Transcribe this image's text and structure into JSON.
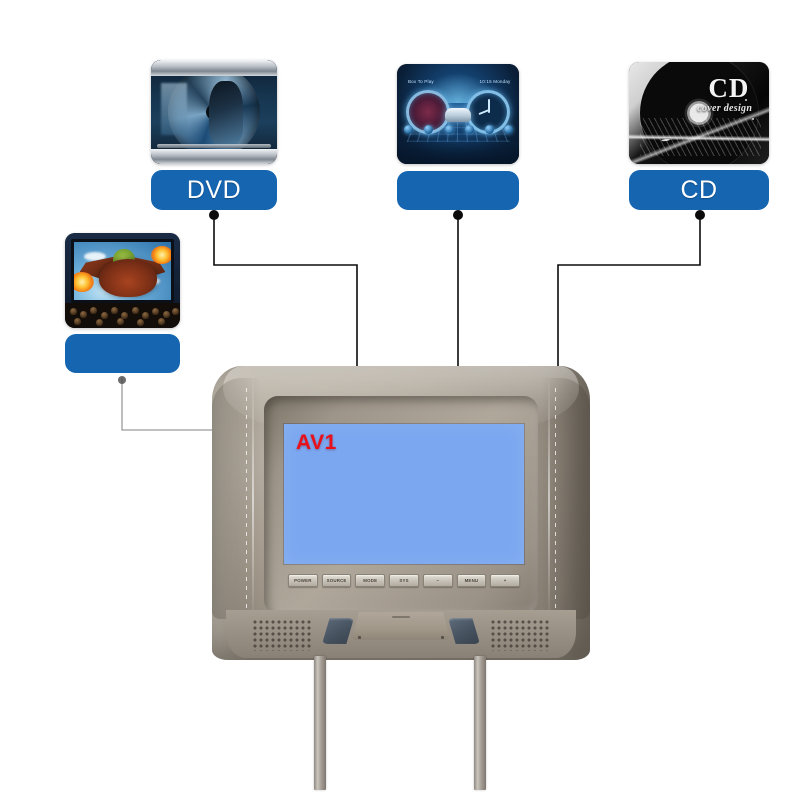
{
  "scene": {
    "title": "Car headrest DVD monitor product feature callout",
    "background_color": "#ffffff",
    "accent_blue": "#1565b0",
    "leather_color": "#a39a8d"
  },
  "callouts": [
    {
      "id": "dvd",
      "label": "DVD",
      "thumb_name": "dvd-player-thumbnail",
      "thumb_alt": "DVD player with disc tray",
      "pill_color": "#1565b0"
    },
    {
      "id": "dashboard",
      "label": "",
      "thumb_name": "car-dashboard-thumbnail",
      "thumb_alt": "Digital car dashboard interface",
      "pill_color": "#1565b0",
      "screen_text": {
        "left": "Box To Play",
        "right": "10:15 Monday"
      }
    },
    {
      "id": "cd",
      "label": "CD",
      "thumb_name": "cd-disc-thumbnail",
      "thumb_alt": "CD cover design artwork",
      "pill_color": "#1565b0",
      "art_text": {
        "title": "CD",
        "subtitle": "cover design"
      }
    },
    {
      "id": "cinema",
      "label": "",
      "thumb_name": "cinema-3d-thumbnail",
      "thumb_alt": "3D cinema screen with audience",
      "pill_color": "#1565b0"
    }
  ],
  "monitor": {
    "name": "headrest-dvd-monitor",
    "screen": {
      "osd_text": "AV1",
      "osd_color": "#e8111b",
      "screen_color": "#7aa7f0"
    },
    "buttons": [
      {
        "label": "POWER",
        "name": "power-button"
      },
      {
        "label": "SOURCE",
        "name": "source-button"
      },
      {
        "label": "MODE",
        "name": "mode-button"
      },
      {
        "label": "SYS",
        "name": "sys-button"
      },
      {
        "label": "−",
        "name": "volume-down-button"
      },
      {
        "label": "MENU",
        "name": "menu-button"
      },
      {
        "label": "+",
        "name": "volume-up-button"
      }
    ]
  }
}
